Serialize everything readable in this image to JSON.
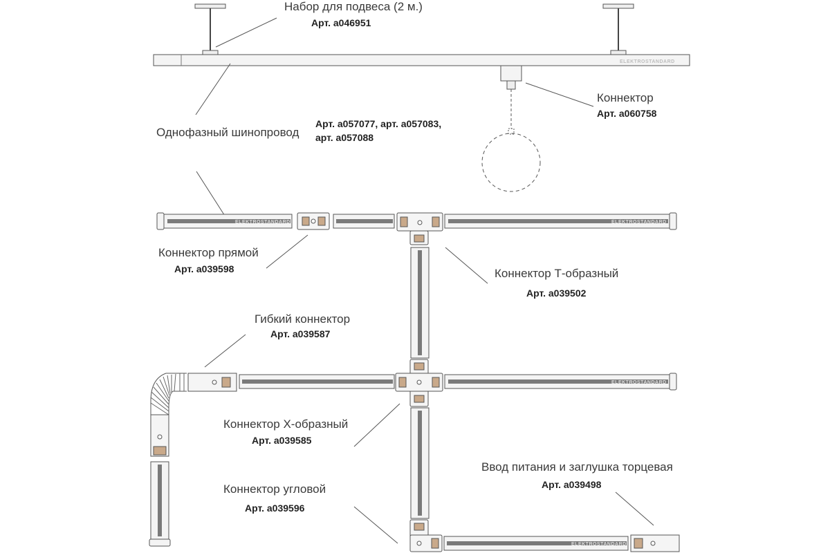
{
  "labels": {
    "suspension": {
      "title": "Набор для подвеса (2 м.)",
      "art": "Арт. a046951"
    },
    "track": {
      "title": "Однофазный шинопровод",
      "art_line1": "Арт. a057077, арт. a057083,",
      "art_line2": "арт. a057088"
    },
    "connector": {
      "title": "Коннектор",
      "art": "Арт. a060758"
    },
    "straight": {
      "title": "Коннектор прямой",
      "art": "Арт. a039598"
    },
    "t_connector": {
      "title": "Коннектор Т-образный",
      "art": "Арт. a039502"
    },
    "flexible": {
      "title": "Гибкий коннектор",
      "art": "Арт. a039587"
    },
    "x_connector": {
      "title": "Коннектор Х-образный",
      "art": "Арт. a039585"
    },
    "angle": {
      "title": "Коннектор угловой",
      "art": "Арт. a039596"
    },
    "power": {
      "title": "Ввод питания и заглушка торцевая",
      "art": "Арт. a039498"
    }
  },
  "brand": "ELEKTROSTANDARD",
  "colors": {
    "line": "#555555",
    "rail_fill": "#f2f2f2",
    "groove": "#7a7a7a",
    "connector": "#f5f5f5",
    "accent": "#c9a98a"
  }
}
